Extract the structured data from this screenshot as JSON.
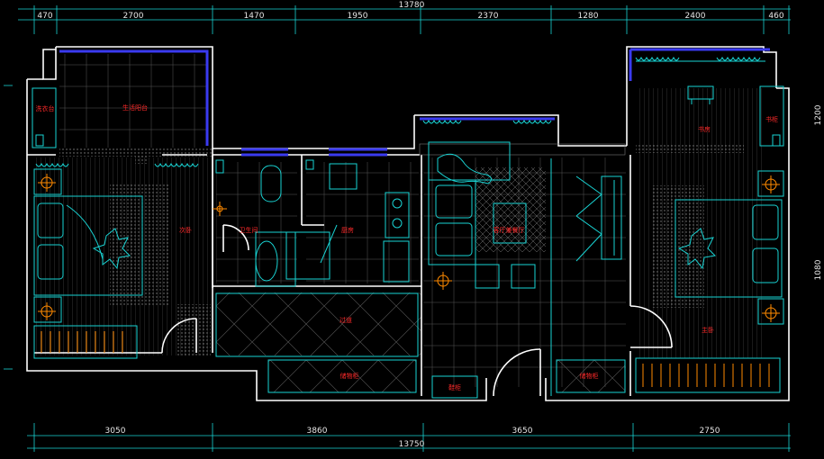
{
  "drawing": {
    "top_dimensions": [
      "470",
      "2700",
      "1470",
      "1950",
      "2370",
      "1280",
      "2400",
      "460"
    ],
    "top_total": "13780",
    "bottom_dimensions": [
      "3050",
      "3860",
      "3650",
      "2750"
    ],
    "bottom_total": "13750",
    "side_labels": [
      "1200",
      "1080"
    ]
  },
  "rooms": {
    "laundry_balcony": "洗衣台",
    "living_balcony": "生活阳台",
    "second_bedroom": "次卧",
    "bathroom": "卫生间",
    "kitchen": "厨房",
    "living_dining": "客厅兼餐厅",
    "corridor": "过道",
    "storage_cabinet_left": "储物柜",
    "shoe_cabinet": "鞋柜",
    "storage_cabinet_right": "储物柜",
    "study": "书房",
    "bookshelf": "书柜",
    "master_bedroom": "主卧"
  },
  "colors": {
    "background": "#000000",
    "wall": "#ffffff",
    "furniture": "#19d3d3",
    "dimension_text": "#e6e6e6",
    "room_label": "#ff2a2a",
    "window": "#3a3af0",
    "light_fixture": "#ff8a00"
  }
}
